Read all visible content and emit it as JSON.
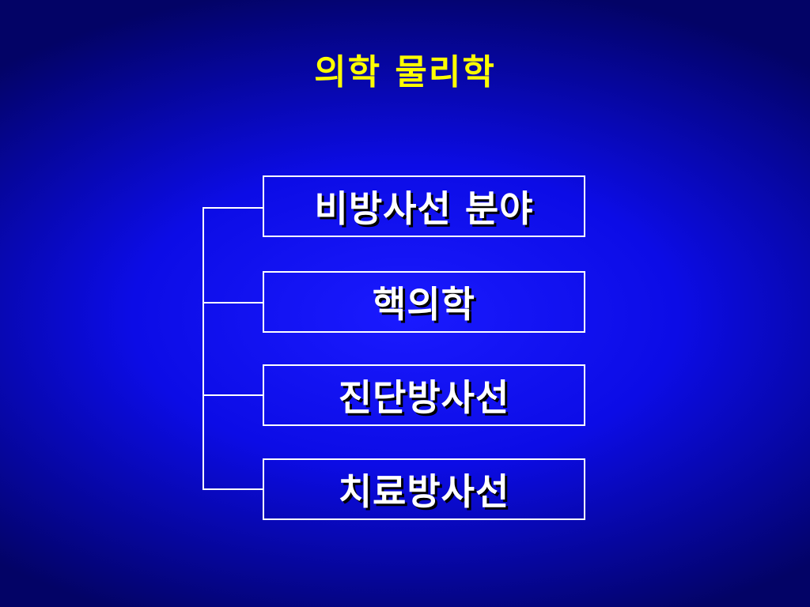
{
  "slide": {
    "title": "의학 물리학",
    "boxes": [
      {
        "label": "비방사선 분야"
      },
      {
        "label": "핵의학"
      },
      {
        "label": "진단방사선"
      },
      {
        "label": "치료방사선"
      }
    ]
  },
  "colors": {
    "background": "#0c0ce6",
    "title": "#ffff00",
    "box_border": "#ffffff",
    "box_text": "#ffffff",
    "connector": "#ffffff"
  }
}
